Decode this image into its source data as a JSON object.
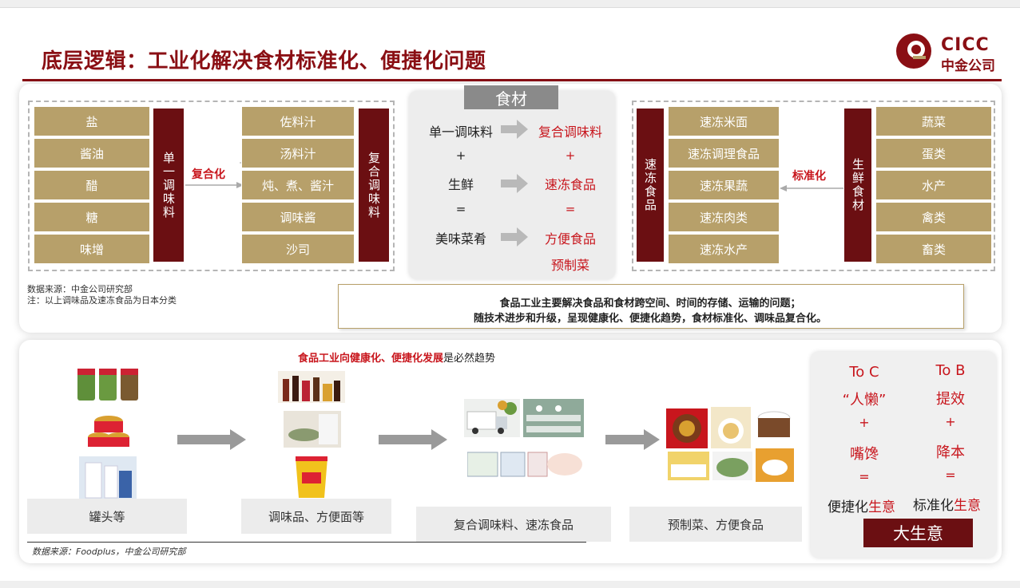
{
  "title": "底层逻辑：工业化解决食材标准化、便捷化问题",
  "logo": {
    "en": "CICC",
    "cn": "中金公司"
  },
  "left_block": {
    "items": [
      "盐",
      "酱油",
      "醋",
      "糖",
      "味增"
    ],
    "vertical_label": "单一调味料",
    "arrow_label": "复合化",
    "results": [
      "佐料汁",
      "汤料汁",
      "炖、煮、酱汁",
      "调味酱",
      "沙司"
    ],
    "result_label": "复合调味料"
  },
  "center_block": {
    "header": "食材",
    "rows": [
      {
        "left": "单一调味料",
        "right": "复合调味料"
      },
      {
        "left": "+",
        "right": "+"
      },
      {
        "left": "生鲜",
        "right": "速冻食品"
      },
      {
        "left": "=",
        "right": "="
      },
      {
        "left": "美味菜肴",
        "right": "方便食品"
      }
    ],
    "extra": "预制菜"
  },
  "right_block": {
    "vertical_label": "速冻食品",
    "items": [
      "速冻米面",
      "速冻调理食品",
      "速冻果蔬",
      "速冻肉类",
      "速冻水产"
    ],
    "arrow_label": "标准化",
    "source_label": "生鲜食材",
    "sources": [
      "蔬菜",
      "蛋类",
      "水产",
      "禽类",
      "畜类"
    ]
  },
  "notes": {
    "source1": "数据来源：中金公司研究部",
    "note1": "注：以上调味品及速冻食品为日本分类",
    "summary_line1": "食品工业主要解决食品和食材跨空间、时间的存储、运输的问题；",
    "summary_line2": "随技术进步和升级，呈现健康化、便捷化趋势，食材标准化、调味品复合化。",
    "trend_red": "食品工业向健康化、便捷化发展",
    "trend_black": "是必然趋势",
    "source2": "数据来源：Foodplus，中金公司研究部"
  },
  "stages": [
    "罐头等",
    "调味品、方便面等",
    "复合调味料、速冻食品",
    "预制菜、方便食品"
  ],
  "tob_toc": {
    "toc_title": "To C",
    "toc_line1": "“人懒”",
    "toc_plus": "+",
    "toc_line2": "嘴馋",
    "toc_eq": "=",
    "toc_result_black": "便捷化",
    "toc_result_red": "生意",
    "tob_title": "To B",
    "tob_line1": "提效",
    "tob_plus": "+",
    "tob_line2": "降本",
    "tob_eq": "=",
    "tob_result_black": "标准化",
    "tob_result_red": "生意",
    "big": "大生意"
  },
  "colors": {
    "maroon": "#6b0f12",
    "gold": "#b7a06a",
    "red": "#c8161d"
  }
}
